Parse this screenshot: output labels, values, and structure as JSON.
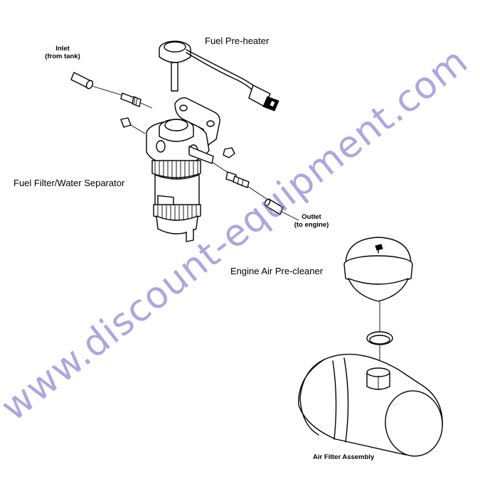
{
  "labels": {
    "fuel_preheater": "Fuel Pre-heater",
    "inlet_line1": "Inlet",
    "inlet_line2": "(from tank)",
    "fuel_filter": "Fuel Filter/Water Separator",
    "outlet_line1": "Outlet",
    "outlet_line2": "(to engine)",
    "air_precleaner": "Engine Air Pre-cleaner",
    "air_filter": "Air Filter Assembly"
  },
  "watermark": "www.discount-equipment.com",
  "colors": {
    "line": "#000000",
    "watermark": "#6a5fc8",
    "background": "#ffffff"
  }
}
